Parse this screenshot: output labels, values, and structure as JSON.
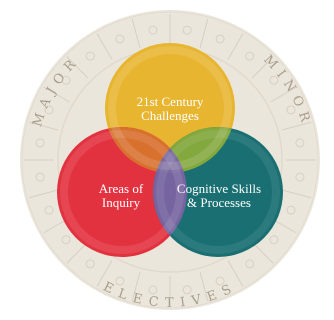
{
  "diagram": {
    "circles": [
      {
        "id": "challenges",
        "lines": [
          "21st Century",
          "Challenges"
        ],
        "color": "#e8b530"
      },
      {
        "id": "inquiry",
        "lines": [
          "Areas of",
          "Inquiry"
        ],
        "color": "#e2323f"
      },
      {
        "id": "cognitive",
        "lines": [
          "Cognitive Skills",
          "& Processes"
        ],
        "color": "#1a6f72"
      }
    ],
    "overlaps": {
      "challenges_inquiry": "#d8702e",
      "challenges_cognitive": "#83a83e",
      "inquiry_cognitive": "#7564a0",
      "center": "#7a6aa0"
    },
    "ring": {
      "labels": {
        "top_left": "MAJOR",
        "top_right": "MINOR",
        "bottom": "ELECTIVES"
      },
      "fill": "#ebe6dc",
      "ornament": "#d6cfc2",
      "text_color": "#a89e8c"
    }
  }
}
